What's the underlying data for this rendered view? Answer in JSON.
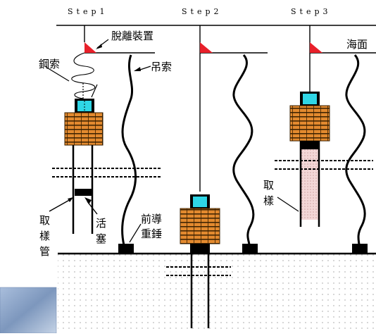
{
  "steps": [
    "Step1",
    "Step2",
    "Step3"
  ],
  "labels": {
    "release_device": "脫離裝置",
    "steel_cable": "鋼索",
    "hanging_cable": "吊索",
    "sea_surface": "海面",
    "sampling_tube_1": "取",
    "sampling_tube_2": "樣",
    "sampling_tube_3": "管",
    "piston_1": "活",
    "piston_2": "塞",
    "pilot_weight_1": "前導",
    "pilot_weight_2": "重錘",
    "sample_1": "取",
    "sample_2": "樣"
  },
  "colors": {
    "release_triangle": "#e8202a",
    "corer_head": "#2fd6e6",
    "weight_stack": "#e38a2f",
    "seabed_dots": "#9a9a9a",
    "sample_fill": "#f3d7d7",
    "corner_photo": "#8aa3c8"
  }
}
